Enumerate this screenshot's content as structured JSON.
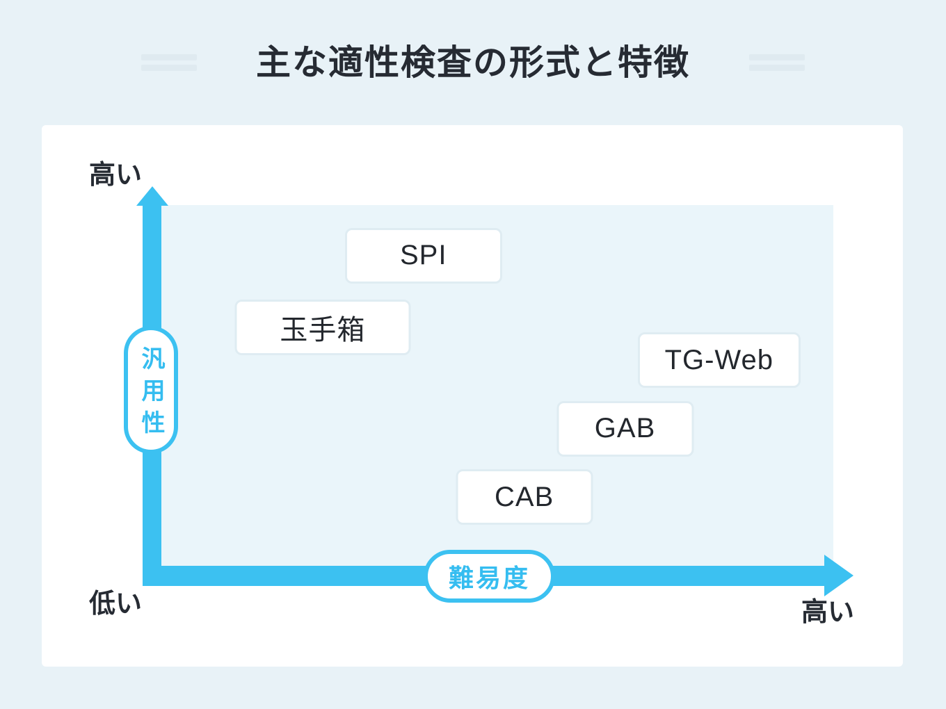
{
  "header": {
    "title": "主な適性検査の形式と特徴"
  },
  "chart_data": {
    "type": "scatter",
    "title": "主な適性検査の形式と特徴",
    "xlabel": "難易度",
    "ylabel": "汎用性",
    "x_axis": {
      "label": "難易度",
      "max_label": "高い"
    },
    "y_axis": {
      "label": "汎用性",
      "max_label": "高い"
    },
    "origin_label": "低い",
    "xlim": [
      0,
      1
    ],
    "ylim": [
      0,
      1
    ],
    "grid": false,
    "legend": false,
    "points": [
      {
        "label": "SPI",
        "x": 0.39,
        "y": 0.86
      },
      {
        "label": "玉手箱",
        "x": 0.24,
        "y": 0.66
      },
      {
        "label": "TG-Web",
        "x": 0.83,
        "y": 0.57
      },
      {
        "label": "GAB",
        "x": 0.69,
        "y": 0.38
      },
      {
        "label": "CAB",
        "x": 0.54,
        "y": 0.19
      }
    ]
  },
  "colors": {
    "accent_cyan": "#3cc1f1",
    "page_background": "#e8f2f7",
    "plot_background": "#eaf5fa",
    "card_background": "#ffffff",
    "box_border": "#dfecf2",
    "text_dark": "#262b33",
    "header_mark": "#dfeaf0"
  }
}
